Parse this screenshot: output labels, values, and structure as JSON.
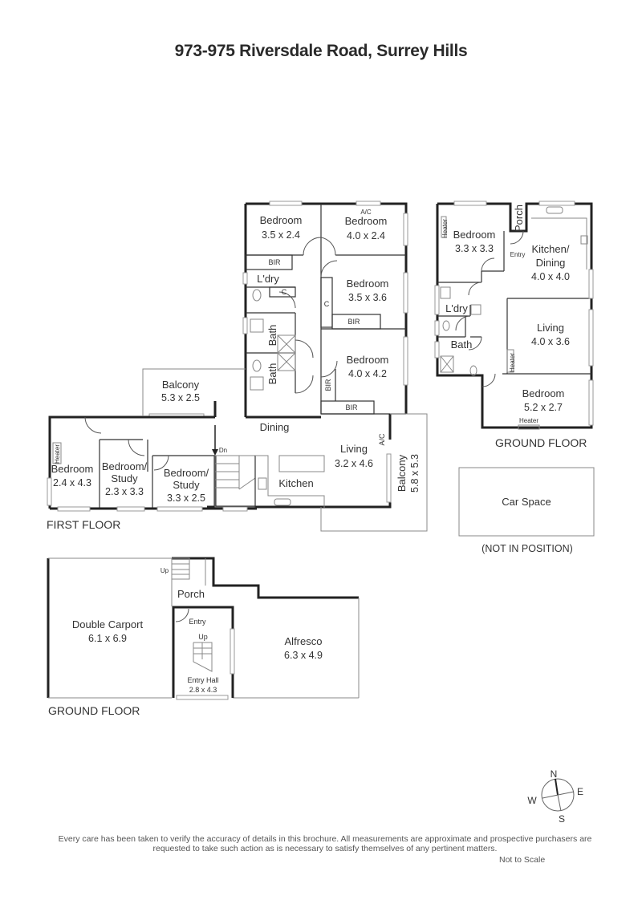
{
  "title": "973-975 Riversdale Road, Surrey Hills",
  "first_floor": {
    "label": "FIRST FLOOR",
    "rooms": {
      "bedroom_a": {
        "name": "Bedroom",
        "dims": "3.5 x 2.4"
      },
      "bedroom_b": {
        "name": "Bedroom",
        "dims": "4.0 x 2.4",
        "note": "A/C"
      },
      "bedroom_c": {
        "name": "Bedroom",
        "dims": "3.5 x 3.6"
      },
      "bedroom_d": {
        "name": "Bedroom",
        "dims": "4.0 x 4.2"
      },
      "bir": "BIR",
      "c": "C",
      "laundry": "L'dry",
      "bath": "Bath",
      "balcony_west": {
        "name": "Balcony",
        "dims": "5.3 x 2.5"
      },
      "dining": "Dining",
      "living": {
        "name": "Living",
        "dims": "3.2 x 4.6",
        "note": "A/C"
      },
      "kitchen": "Kitchen",
      "balcony_east": {
        "name": "Balcony",
        "dims": "5.8 x 5.3"
      },
      "bedroom_e": {
        "name": "Bedroom",
        "dims": "2.4 x 4.3",
        "note": "Heater"
      },
      "study_a": {
        "name": "Bedroom/",
        "name2": "Study",
        "dims": "2.3 x 3.3"
      },
      "study_b": {
        "name": "Bedroom/",
        "name2": "Study",
        "dims": "3.3 x 2.5"
      },
      "stairs": "Dn"
    }
  },
  "ground_floor_unit": {
    "label": "GROUND FLOOR",
    "rooms": {
      "bedroom_a": {
        "name": "Bedroom",
        "dims": "3.3 x 3.3",
        "note": "Heater"
      },
      "porch": "Porch",
      "entry": "Entry",
      "kitchen_dining": {
        "name": "Kitchen/",
        "name2": "Dining",
        "dims": "4.0 x 4.0"
      },
      "laundry": "L'dry",
      "living": {
        "name": "Living",
        "dims": "4.0 x 3.6",
        "note": "Heater"
      },
      "bath": "Bath",
      "bedroom_b": {
        "name": "Bedroom",
        "dims": "5.2 x 2.7",
        "note": "Heater"
      }
    }
  },
  "car_space": {
    "name": "Car Space",
    "note": "(NOT IN POSITION)"
  },
  "ground_floor_main": {
    "label": "GROUND FLOOR",
    "rooms": {
      "carport": {
        "name": "Double Carport",
        "dims": "6.1 x 6.9"
      },
      "porch": "Porch",
      "up_stair": "Up",
      "entry": "Entry",
      "entry_up": "Up",
      "entry_hall": {
        "name": "Entry Hall",
        "dims": "2.8 x 4.3"
      },
      "alfresco": {
        "name": "Alfresco",
        "dims": "6.3 x 4.9"
      }
    }
  },
  "compass": {
    "n": "N",
    "e": "E",
    "s": "S",
    "w": "W"
  },
  "disclaimer": "Every care has been taken to verify the accuracy of details in this brochure. All measurements are approximate and prospective purchasers are requested to take such action as is necessary to satisfy themselves of any pertinent matters.",
  "scale_note": "Not to Scale"
}
